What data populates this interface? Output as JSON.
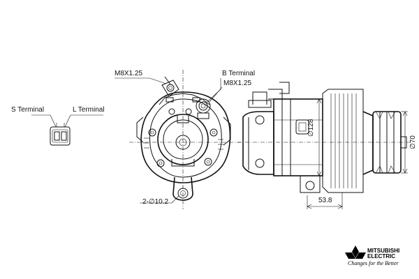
{
  "labels": {
    "m8_left": "M8X1.25",
    "b_terminal": "B Terminal",
    "m8_right": "M8X1.25",
    "s_terminal": "S Terminal",
    "l_terminal": "L Terminal",
    "hole_spec": "2-∅10.2",
    "dim_538": "53.8",
    "dim_128": "∅128",
    "dim_70": "∅70"
  },
  "brand": {
    "name_line1": "MITSUBISHI",
    "name_line2": "ELECTRIC",
    "tagline": "Changes for the Better",
    "logo_color": "#000000"
  }
}
